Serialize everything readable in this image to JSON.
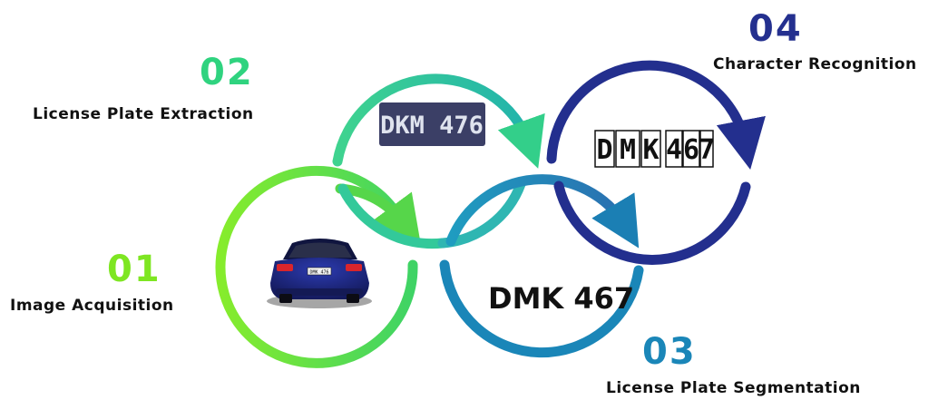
{
  "steps": [
    {
      "number": "01",
      "label": "Image Acquisition",
      "color": "#7ee622"
    },
    {
      "number": "02",
      "label": "License Plate Extraction",
      "color": "#2fd37f"
    },
    {
      "number": "03",
      "label": "License Plate Segmentation",
      "color": "#1a86b8"
    },
    {
      "number": "04",
      "label": "Character Recognition",
      "color": "#24308f"
    }
  ],
  "extracted_plate": "DKM 476",
  "segmented_text": "DMK 467",
  "recognized_characters": [
    "D",
    "M",
    "K",
    "4",
    "6",
    "7"
  ],
  "car_plate_text": "DMK 476",
  "colors": {
    "plate_bg": "#3b3f66",
    "plate_text": "#dfe3ee",
    "car_body": "#1f2a8a"
  }
}
